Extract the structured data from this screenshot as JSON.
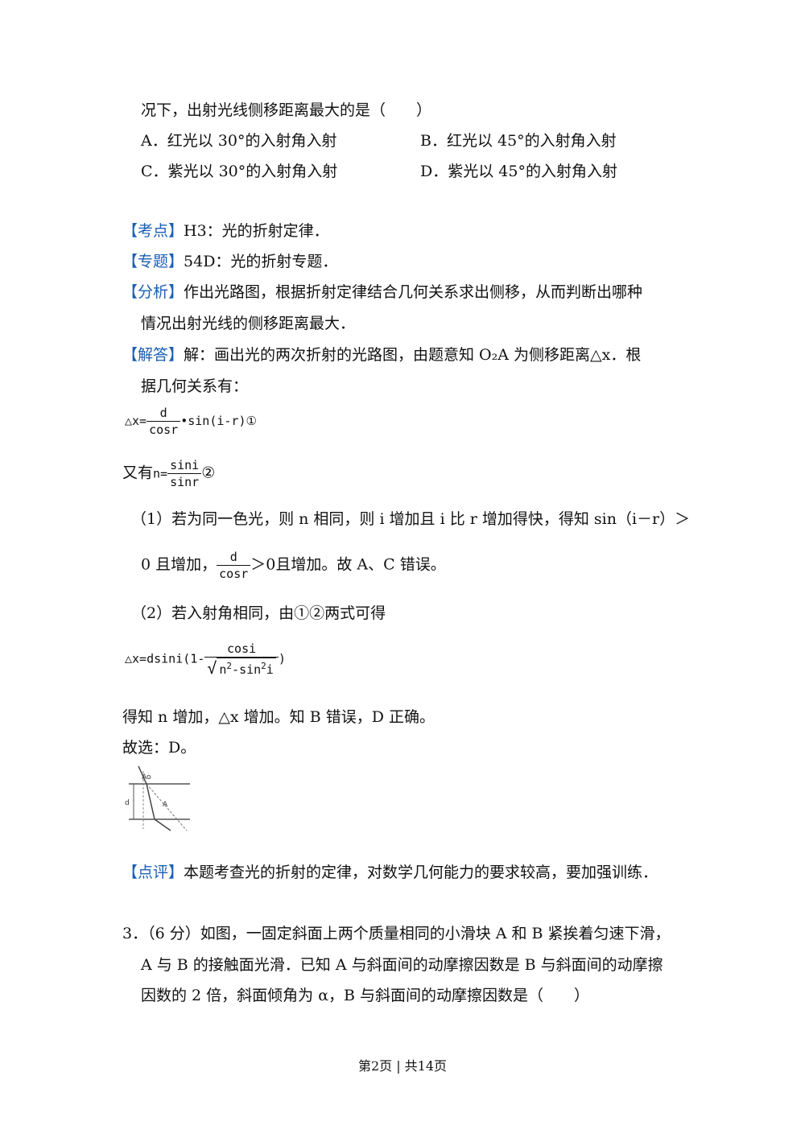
{
  "question2": {
    "stem_tail": "况下，出射光线侧移距离最大的是（　　）",
    "options": [
      {
        "label": "A．红光以 30°的入射角入射"
      },
      {
        "label": "B．红光以 45°的入射角入射"
      },
      {
        "label": "C．紫光以 30°的入射角入射"
      },
      {
        "label": "D．紫光以 45°的入射角入射"
      }
    ]
  },
  "solution": {
    "kaodian_tag": "【考点】",
    "kaodian_text": "H3：光的折射定律．",
    "zhuanti_tag": "【专题】",
    "zhuanti_text": "54D：光的折射专题．",
    "fenxi_tag": "【分析】",
    "fenxi_line1": "作出光路图，根据折射定律结合几何关系求出侧移，从而判断出哪种",
    "fenxi_line2": "情况出射光线的侧移距离最大．",
    "jieda_tag": "【解答】",
    "jieda_line1": "解：画出光的两次折射的光路图，由题意知 O₂A 为侧移距离△x．根",
    "jieda_line2": "据几何关系有：",
    "eq1_lhs": "△x=",
    "eq1_num": "d",
    "eq1_den": "cosr",
    "eq1_rhs": "•sin(i-r)①",
    "eq2_prefix": "又有",
    "eq2_lhs": "n=",
    "eq2_num": "sini",
    "eq2_den": "sinr",
    "eq2_mark": "②",
    "case1_line1": "（1）若为同一色光，则 n 相同，则 i 增加且 i 比 r 增加得快，得知 sin（i－r）＞",
    "case1_pre": "0 且增加，",
    "case1_num": "d",
    "case1_den": "cosr",
    "case1_post": "＞0且增加。故 A、C 错误。",
    "case2_line": "（2）若入射角相同，由①②两式可得",
    "eq3_lhs": "△x=dsini(1-",
    "eq3_num": "cosi",
    "eq3_den": "n",
    "eq3_den_exp1": "2",
    "eq3_den_mid": "-sin",
    "eq3_den_exp2": "2",
    "eq3_den_end": "i",
    "eq3_rhs": ")",
    "conclusion": "得知 n 增加，△x 增加。知 B 错误，D 正确。",
    "answer": "故选：D。",
    "fig_label_top": "Ao",
    "fig_label_a": "A",
    "fig_label_d": "d",
    "dianping_tag": "【点评】",
    "dianping_text": "本题考查光的折射的定律，对数学几何能力的要求较高，要加强训练．"
  },
  "question3": {
    "line1": "3．（6 分）如图，一固定斜面上两个质量相同的小滑块 A 和 B 紧挨着匀速下滑，",
    "line2": "A 与 B 的接触面光滑．已知 A 与斜面间的动摩擦因数是 B 与斜面间的动摩擦",
    "line3": "因数的 2 倍，斜面倾角为 α，B 与斜面间的动摩擦因数是（　　）"
  },
  "footer": {
    "page_info": "第2页 | 共14页"
  },
  "colors": {
    "tag": "#1a5fb4",
    "text": "#111111"
  }
}
